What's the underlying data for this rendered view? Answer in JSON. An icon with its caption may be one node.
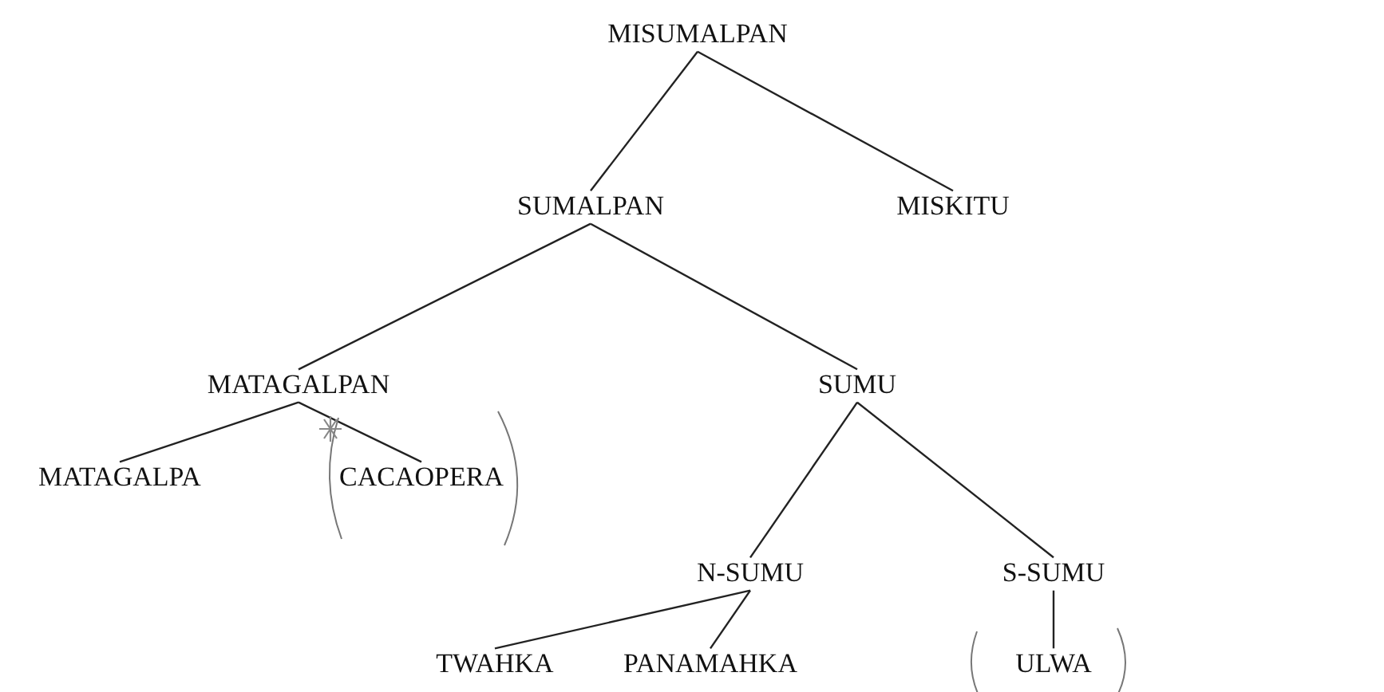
{
  "diagram": {
    "nodes": [
      {
        "text": [
          "MISUMALPAN"
        ]
      },
      {
        "text": [
          "SUMALPAN"
        ]
      },
      {
        "text": [
          "MISKITU"
        ]
      },
      {
        "text": [
          "MATAGALPAN"
        ]
      },
      {
        "text": [
          "SUMU"
        ]
      },
      {
        "text": [
          "MATAGALPA"
        ]
      },
      {
        "text": [
          "CACAOPERA"
        ]
      },
      {
        "text": [
          "N-SUMU"
        ]
      },
      {
        "text": [
          "S-SUMU"
        ]
      },
      {
        "text": [
          "TWAHKA"
        ]
      },
      {
        "text": [
          "PANAMAHKA"
        ]
      },
      {
        "text": [
          "ULWA"
        ]
      }
    ],
    "edges": [
      {
        "from": 0,
        "to": 1,
        "arrow": "none"
      },
      {
        "from": 0,
        "to": 2,
        "arrow": "none"
      },
      {
        "from": 1,
        "to": 3,
        "arrow": "none"
      },
      {
        "from": 1,
        "to": 4,
        "arrow": "none"
      },
      {
        "from": 3,
        "to": 5,
        "arrow": "none"
      },
      {
        "from": 3,
        "to": 6,
        "arrow": "none"
      },
      {
        "from": 4,
        "to": 7,
        "arrow": "none"
      },
      {
        "from": 4,
        "to": 8,
        "arrow": "none"
      },
      {
        "from": 7,
        "to": 9,
        "arrow": "none"
      },
      {
        "from": 7,
        "to": 10,
        "arrow": "none"
      },
      {
        "from": 8,
        "to": 11,
        "arrow": "none"
      }
    ]
  }
}
